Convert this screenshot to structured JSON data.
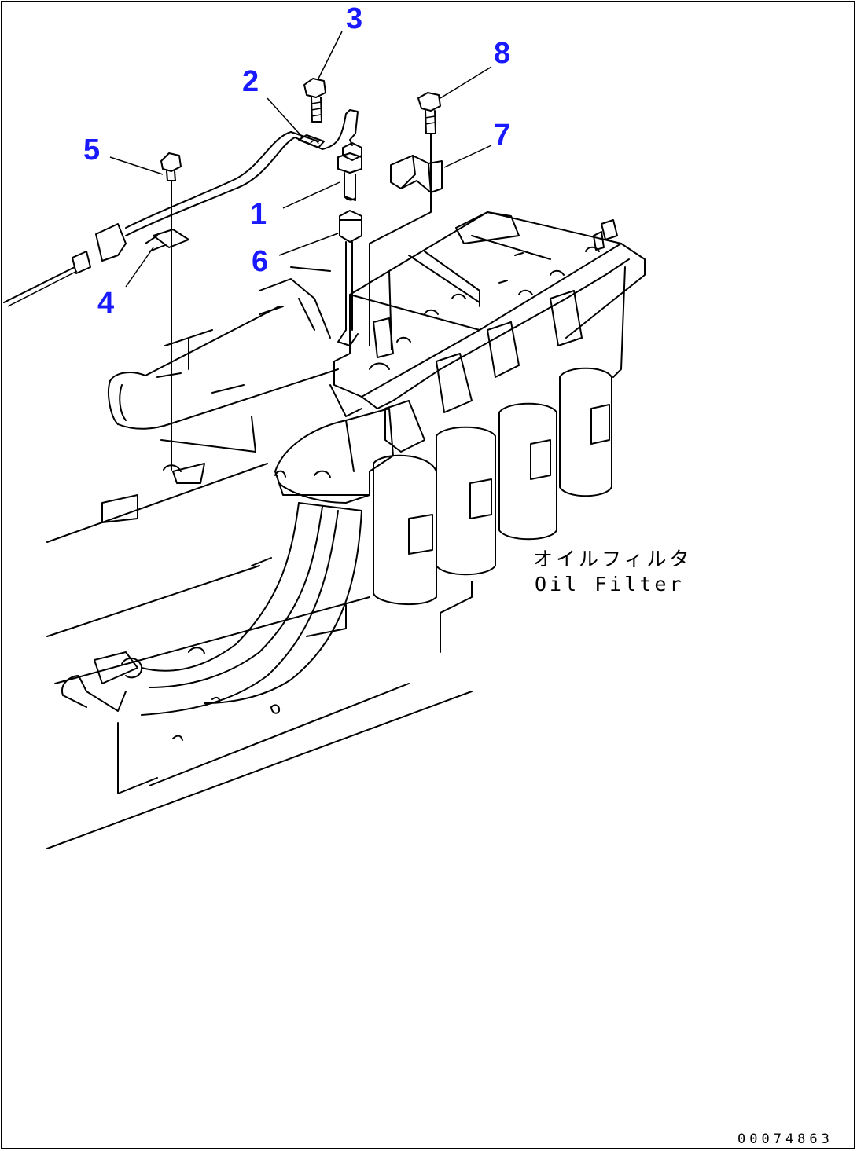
{
  "callouts": [
    {
      "id": "1",
      "label": "1"
    },
    {
      "id": "2",
      "label": "2"
    },
    {
      "id": "3",
      "label": "3"
    },
    {
      "id": "4",
      "label": "4"
    },
    {
      "id": "5",
      "label": "5"
    },
    {
      "id": "6",
      "label": "6"
    },
    {
      "id": "7",
      "label": "7"
    },
    {
      "id": "8",
      "label": "8"
    }
  ],
  "caption": {
    "jp": "オイルフィルタ",
    "en": "Oil Filter"
  },
  "drawing_id": "00074863",
  "colors": {
    "callout": "#1a1aff",
    "line": "#000000",
    "background": "#ffffff"
  }
}
